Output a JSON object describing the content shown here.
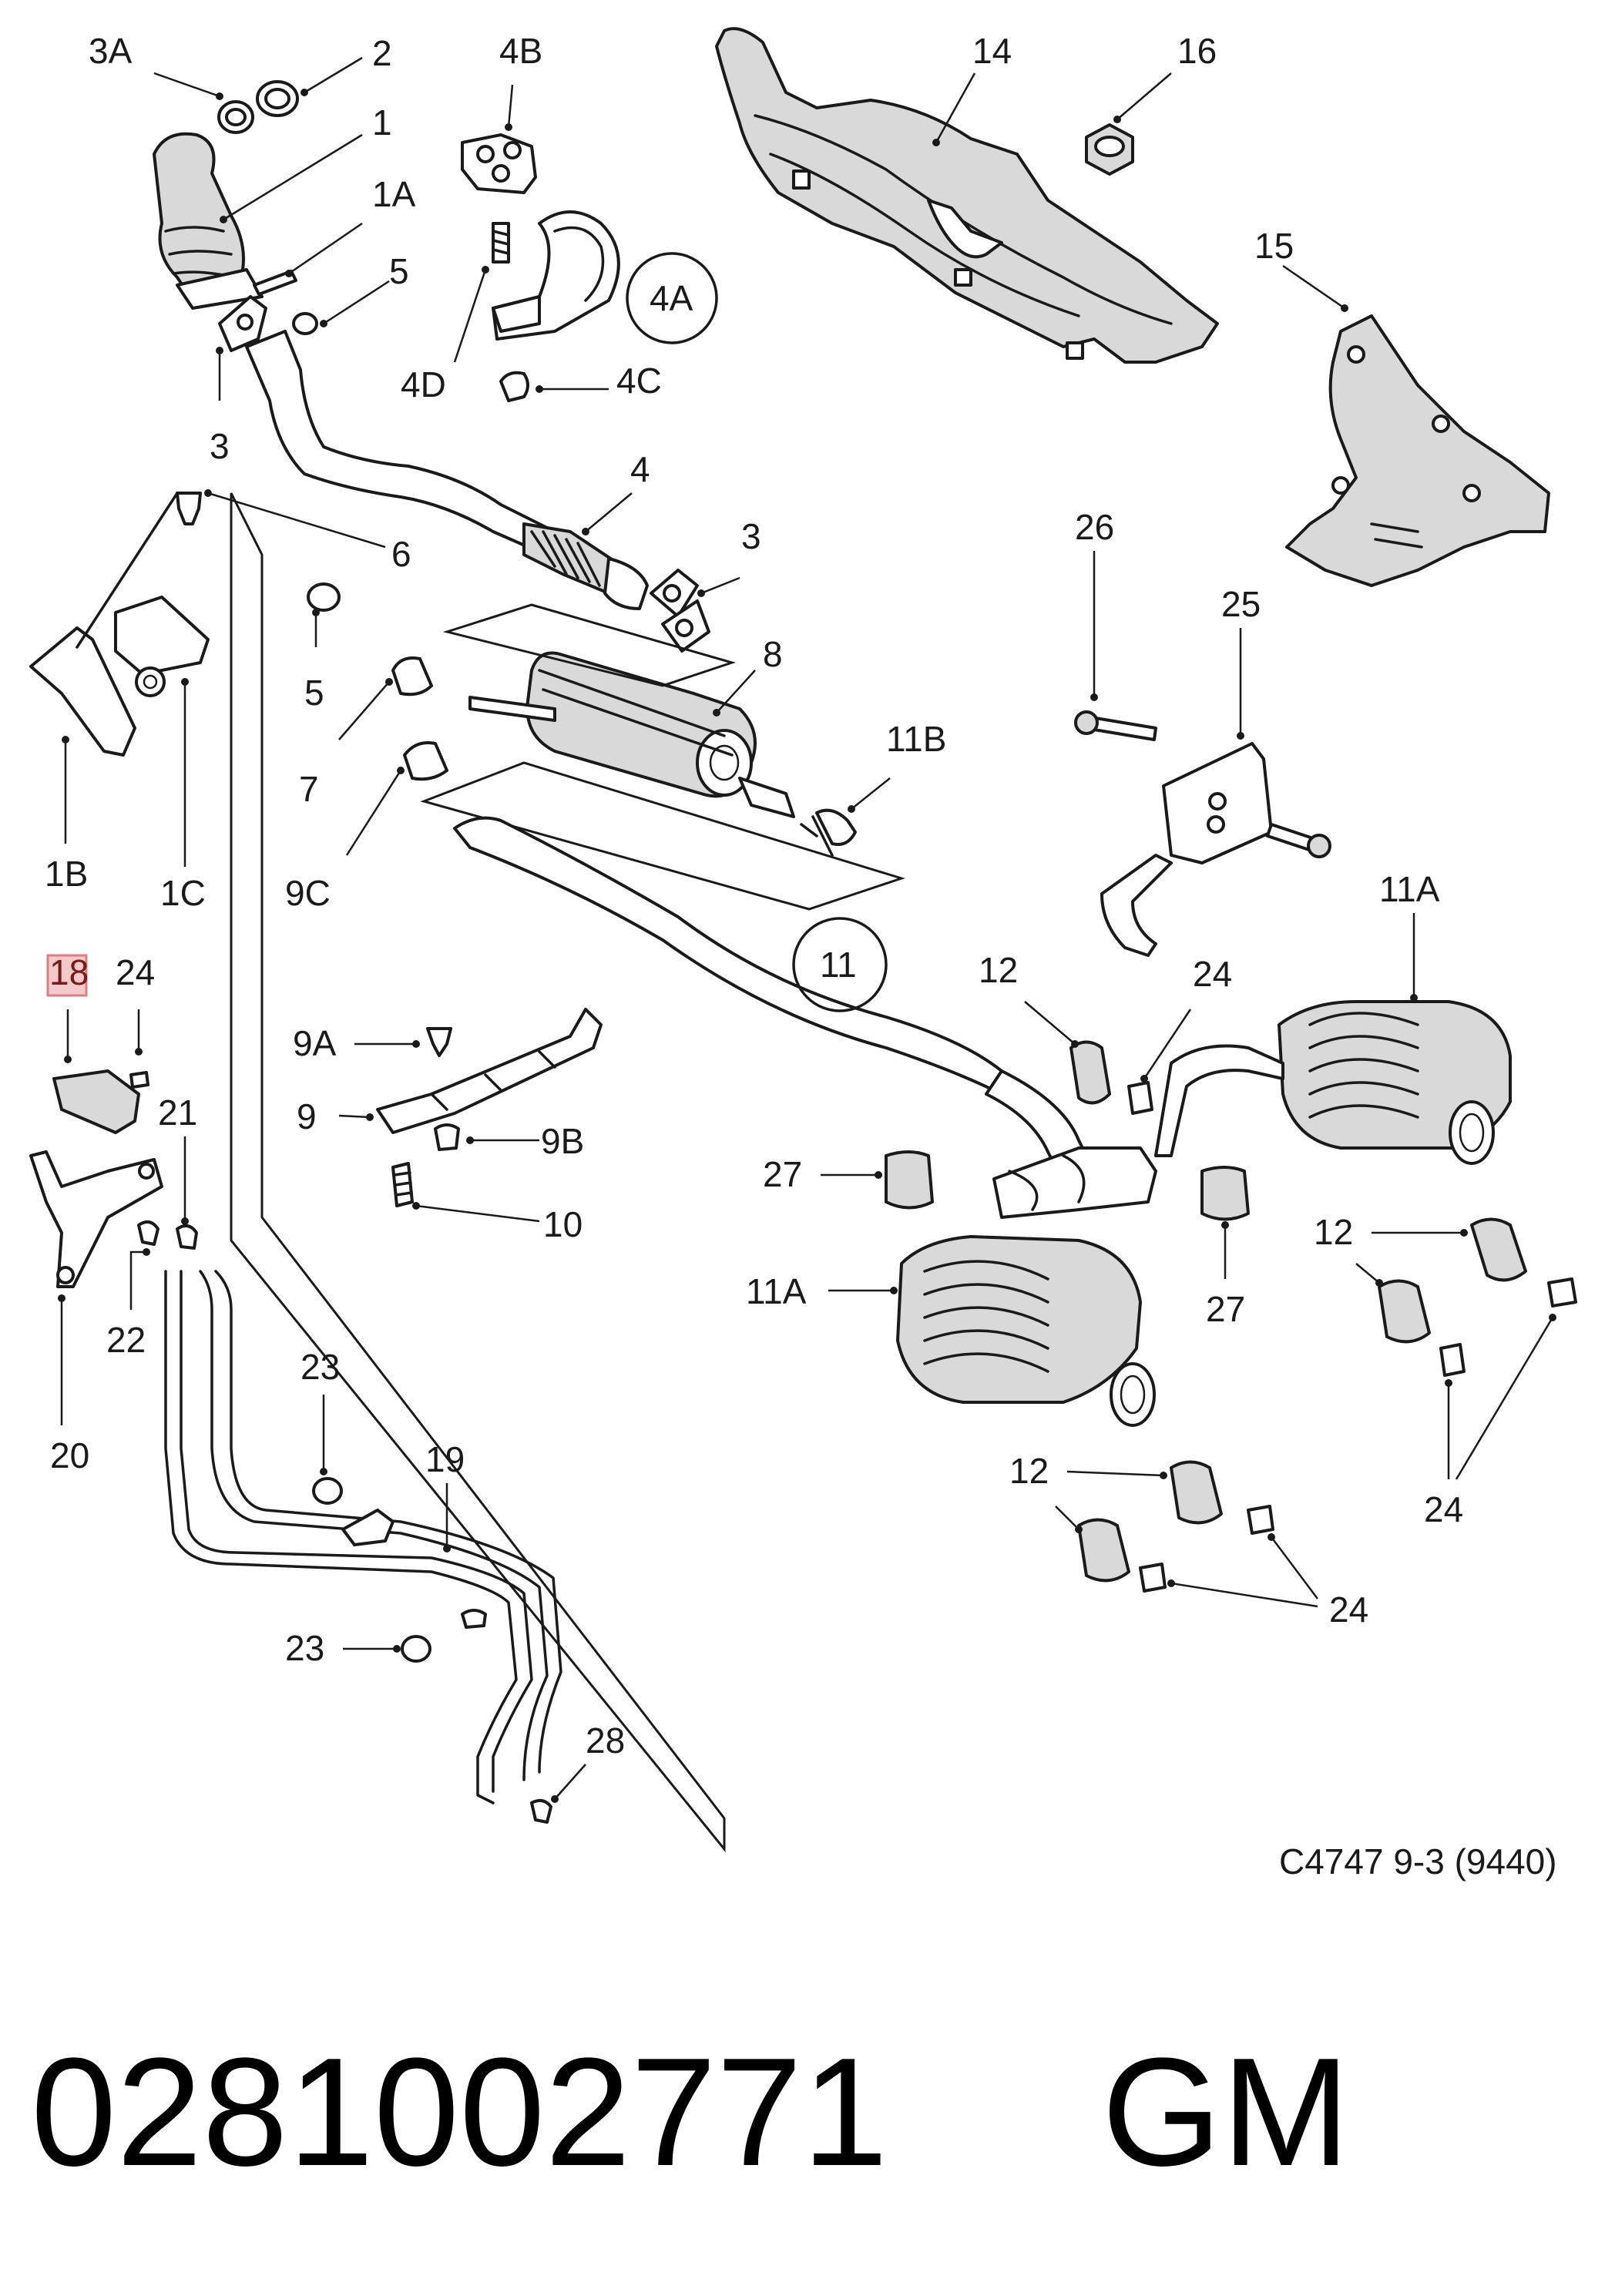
{
  "callouts": {
    "c3A": "3A",
    "c2": "2",
    "c1": "1",
    "c1A": "1A",
    "c5a": "5",
    "c3a": "3",
    "c4B": "4B",
    "c4A": "4A",
    "c4D": "4D",
    "c4C": "4C",
    "c14": "14",
    "c16": "16",
    "c15": "15",
    "c6": "6",
    "c4": "4",
    "c3b": "3",
    "c8": "8",
    "c5b": "5",
    "c7": "7",
    "c9C": "9C",
    "c11B": "11B",
    "c11": "11",
    "c1B": "1B",
    "c1C": "1C",
    "c26": "26",
    "c25": "25",
    "c11A_top": "11A",
    "c18": "18",
    "c24a": "24",
    "c21": "21",
    "c22": "22",
    "c20": "20",
    "c9A": "9A",
    "c9": "9",
    "c9B": "9B",
    "c10": "10",
    "c12a": "12",
    "c24b": "24",
    "c27a": "27",
    "c11A_bot": "11A",
    "c27b": "27",
    "c12b": "12",
    "c24c": "24",
    "c12c": "12",
    "c24d": "24",
    "c23a": "23",
    "c19": "19",
    "c23b": "23",
    "c28": "28"
  },
  "reference": "C4747 9-3 (9440)",
  "part_number": "0281002771",
  "brand": "GM",
  "colors": {
    "line": "#1a1a1a",
    "part_shading": "#d9d9d9",
    "highlight_fill": "#f4c9c9",
    "highlight_stroke": "#d98080"
  }
}
